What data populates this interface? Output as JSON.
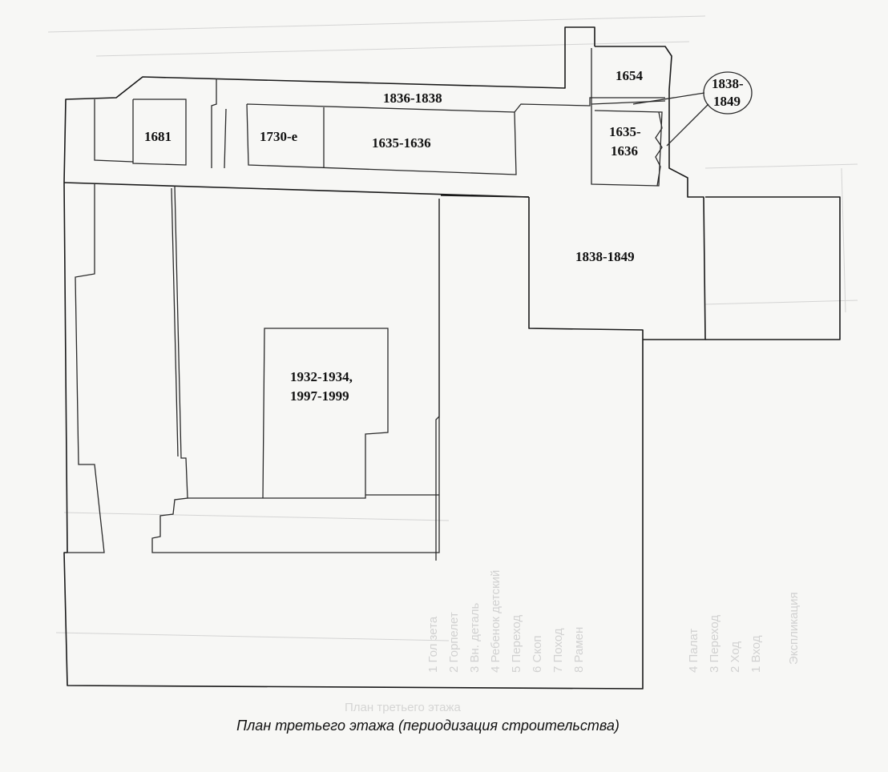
{
  "plan": {
    "caption": "План третьего этажа (периодизация строительства)",
    "rooms": {
      "r1681": "1681",
      "r1730": "1730-е",
      "r1836": "1836-1838",
      "r1635a": "1635-1636",
      "r1654": "1654",
      "r1635b_1": "1635-",
      "r1635b_2": "1636",
      "r1838_callout_1": "1838-",
      "r1838_callout_2": "1849",
      "r1838_main": "1838-1849",
      "r1932_1": "1932-1934,",
      "r1932_2": "1997-1999"
    }
  }
}
